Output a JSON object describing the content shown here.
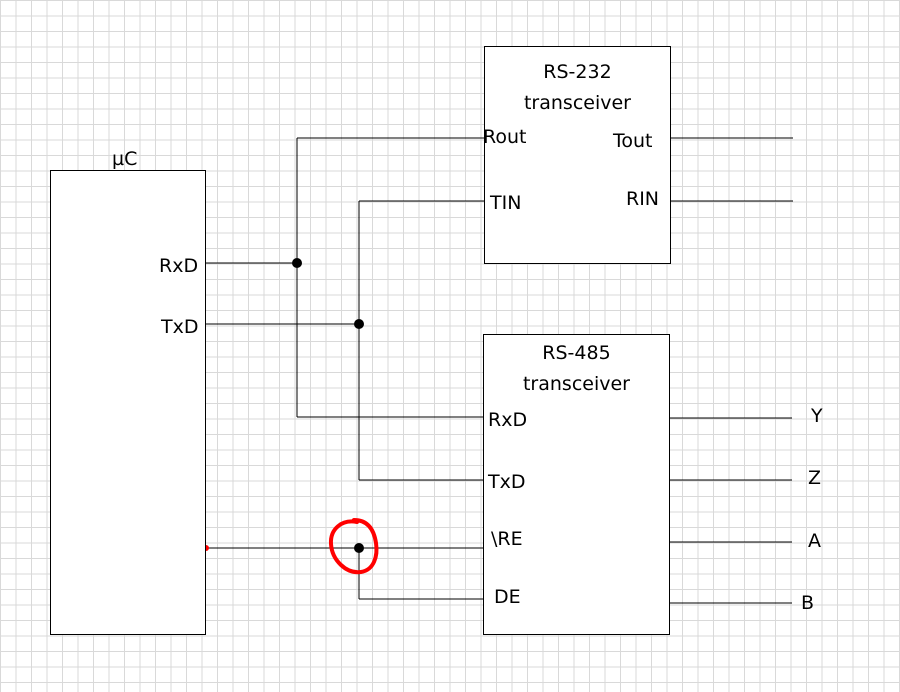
{
  "mcu": {
    "title": "µC",
    "pins": {
      "rxd": "RxD",
      "txd": "TxD"
    }
  },
  "rs232": {
    "title_line1": "RS-232",
    "title_line2": "transceiver",
    "pins": {
      "rout": "Rout",
      "tin": "TIN",
      "tout": "Tout",
      "rin": "RIN"
    }
  },
  "rs485": {
    "title_line1": "RS-485",
    "title_line2": "transceiver",
    "pins": {
      "rxd": "RxD",
      "txd": "TxD",
      "re": "\\RE",
      "de": "DE"
    },
    "outputs": {
      "y": "Y",
      "z": "Z",
      "a": "A",
      "b": "B"
    }
  },
  "colors": {
    "wire": "#000000",
    "grid": "#d9d9d9",
    "highlight": "#ff0000"
  }
}
